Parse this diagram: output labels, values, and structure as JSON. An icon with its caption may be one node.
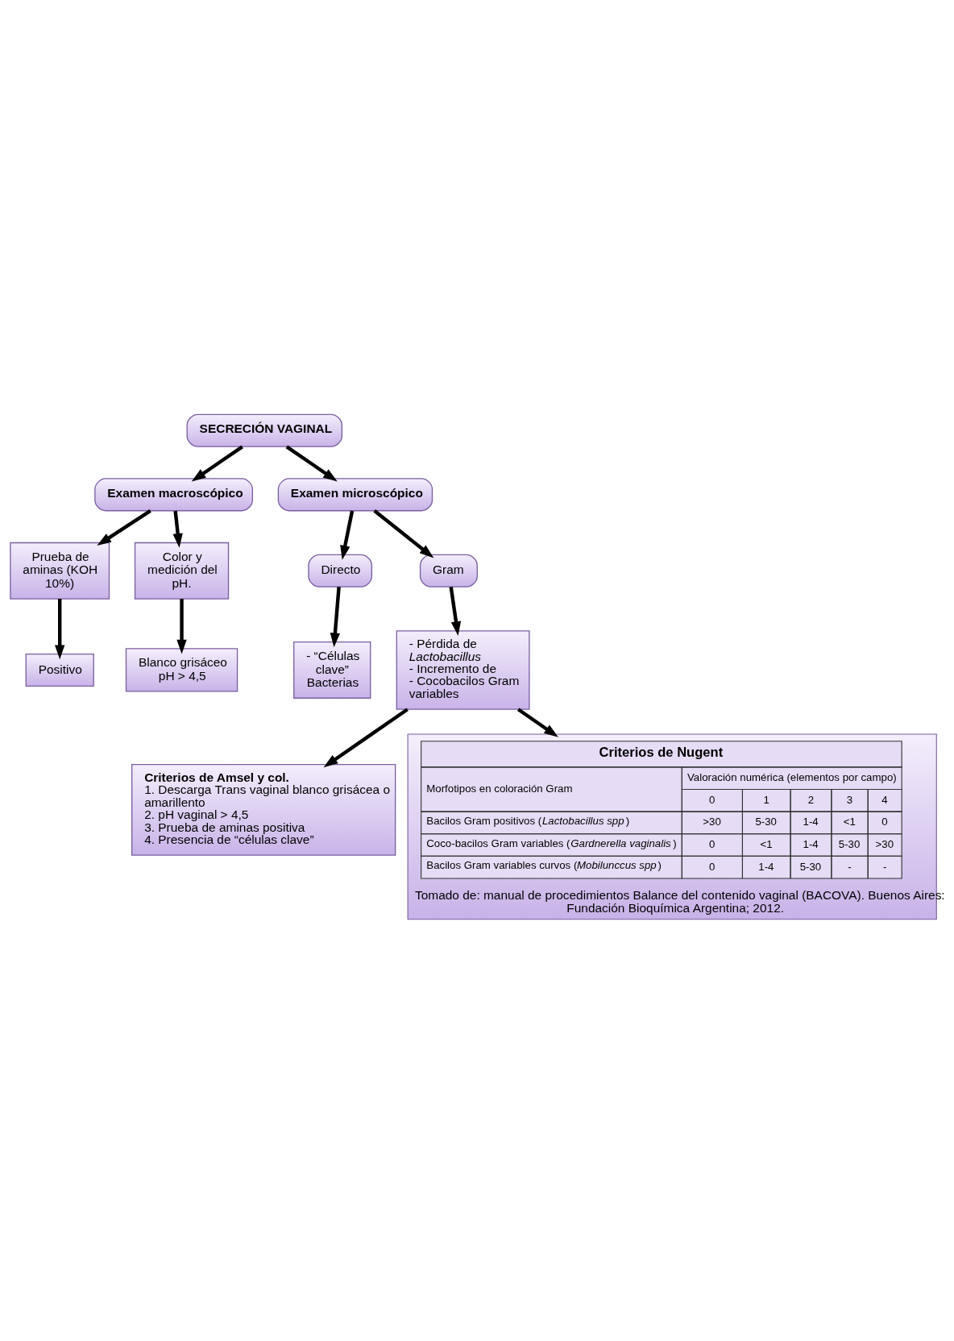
{
  "diagram": {
    "nodes": [
      {
        "text": [
          "SECRECIÓN VAGINAL"
        ]
      },
      {
        "text": [
          "Examen macroscópico"
        ]
      },
      {
        "text": [
          "Examen microscópico"
        ]
      },
      {
        "text": [
          "Prueba de aminas (KOH 10%)"
        ]
      },
      {
        "text": [
          "Color y medición del pH."
        ]
      },
      {
        "text": [
          "Positivo"
        ]
      },
      {
        "text": [
          "Blanco grisáceo pH > 4,5"
        ]
      },
      {
        "text": [
          "Directo"
        ]
      },
      {
        "text": [
          "Gram"
        ]
      },
      {
        "text": [
          "- “Células clave” Bacterias"
        ]
      },
      {
        "text": [
          "- Pérdida de *Lactobacillus*",
          "- Incremento de",
          "- Cocobacilos Gram variables"
        ]
      },
      {
        "text": [
          "Criterios de Amsel y col.",
          "1. Descarga Trans vaginal blanco grisácea o amarillento",
          "2. pH vaginal > 4,5",
          "3. Prueba de aminas positiva",
          "4. Presencia de “células clave”"
        ]
      },
      {
        "text": [
          "Tomado de: manual de procedimientos Balance del contenido vaginal (BACOVA). Buenos Aires: Fundación Bioquímica Argentina; 2012."
        ]
      }
    ],
    "edges": [
      {
        "from": 0,
        "to": 1,
        "arrow": "to"
      },
      {
        "from": 0,
        "to": 2,
        "arrow": "to"
      },
      {
        "from": 1,
        "to": 3,
        "arrow": "to"
      },
      {
        "from": 1,
        "to": 4,
        "arrow": "to"
      },
      {
        "from": 3,
        "to": 5,
        "arrow": "to"
      },
      {
        "from": 4,
        "to": 6,
        "arrow": "to"
      },
      {
        "from": 2,
        "to": 7,
        "arrow": "to"
      },
      {
        "from": 2,
        "to": 8,
        "arrow": "to"
      },
      {
        "from": 7,
        "to": 9,
        "arrow": "to"
      },
      {
        "from": 8,
        "to": 10,
        "arrow": "to"
      },
      {
        "from": 10,
        "to": 11,
        "arrow": "to"
      },
      {
        "from": 10,
        "to": 12,
        "arrow": "to"
      }
    ],
    "labels": [
      "Criterios de Nugent",
      "Morfotipos en coloración Gram",
      "Valoración numérica (elementos por campo)",
      "0",
      "1",
      "2",
      "3",
      "4",
      "Bacilos Gram positivos (*Lactobacillus spp*)",
      ">30",
      "5-30",
      "1-4",
      "<1",
      "0",
      "Coco-bacilos Gram variables (*Gardnerella vaginalis*)",
      "0",
      "<1",
      "1-4",
      "5-30",
      ">30",
      "Bacilos Gram variables curvos (*Mobilunccus spp*)",
      "0",
      "1-4",
      "5-30",
      "-",
      "-"
    ]
  }
}
